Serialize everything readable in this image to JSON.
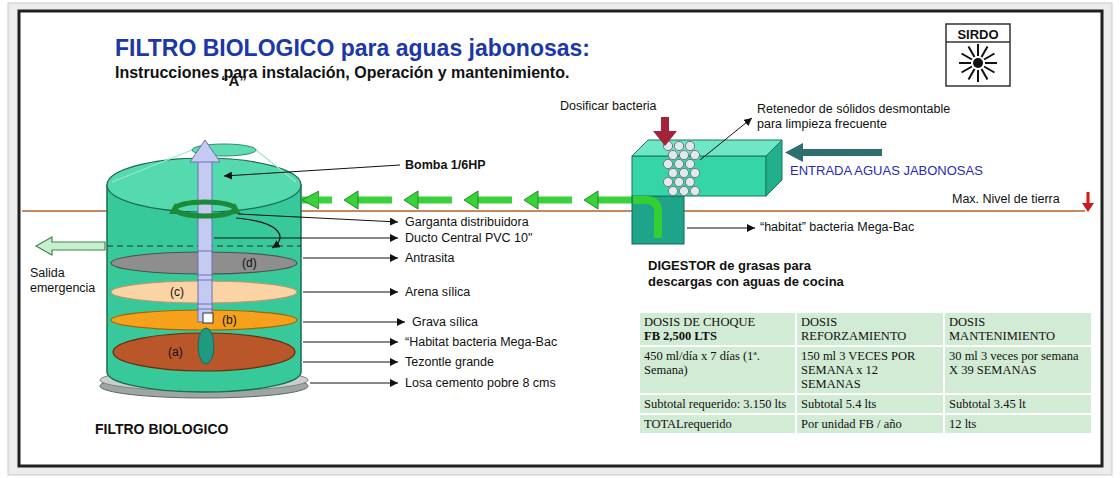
{
  "diagram": {
    "title": "FILTRO BIOLOGICO para aguas jabonosas:",
    "nodes": [
      {
        "text": [
          "FILTRO BIOLOGICO"
        ]
      },
      {
        "text": [
          "(d)"
        ],
        "in": 0
      },
      {
        "text": [
          "(c)"
        ],
        "in": 0
      },
      {
        "text": [
          "(b)"
        ],
        "in": 0
      },
      {
        "text": [
          "(a)"
        ],
        "in": 0
      },
      {
        "text": [
          "DIGESTOR de grasas para descargas con aguas de cocina"
        ]
      }
    ],
    "edges": [
      {
        "from": 5,
        "to": 0,
        "arrow": "to"
      }
    ],
    "labels": [
      "Instrucciones para instalación, Operación y mantenimiento.",
      "SIRDO",
      "“A”",
      "Bomba 1/6HP",
      "Garganta distribuidora",
      "Ducto Central PVC 10\"",
      "Antrasita",
      "Arena sílica",
      "Grava sílica",
      "“Habitat bacteria Mega-Bac",
      "Tezontle grande",
      "Losa cemento pobre 8 cms",
      "Salida emergencia",
      "Dosificar bacteria",
      "Retenedor de sólidos desmontable para limpieza frecuente",
      "ENTRADA AGUAS JABONOSAS",
      "Max. Nivel de tierra",
      "“habitat” bacteria Mega-Bac",
      "DOSIS DE CHOQUE",
      "FB 2,500 LTS",
      "DOSIS REFORZAMIENTO",
      "DOSIS MANTENIMIENTO",
      "450 ml/día x 7 días (1ª. Semana)",
      "150 ml 3 VECES POR SEMANA x 12 SEMANAS",
      "30 ml 3 veces por semana X 39 SEMANAS",
      "Subtotal requerido: 3.150 lts",
      "Subtotal 5.4 lts",
      "Subtotal 3.45 lt",
      "TOTALrequerido",
      "Por unidad FB / año",
      "12 lts"
    ]
  }
}
